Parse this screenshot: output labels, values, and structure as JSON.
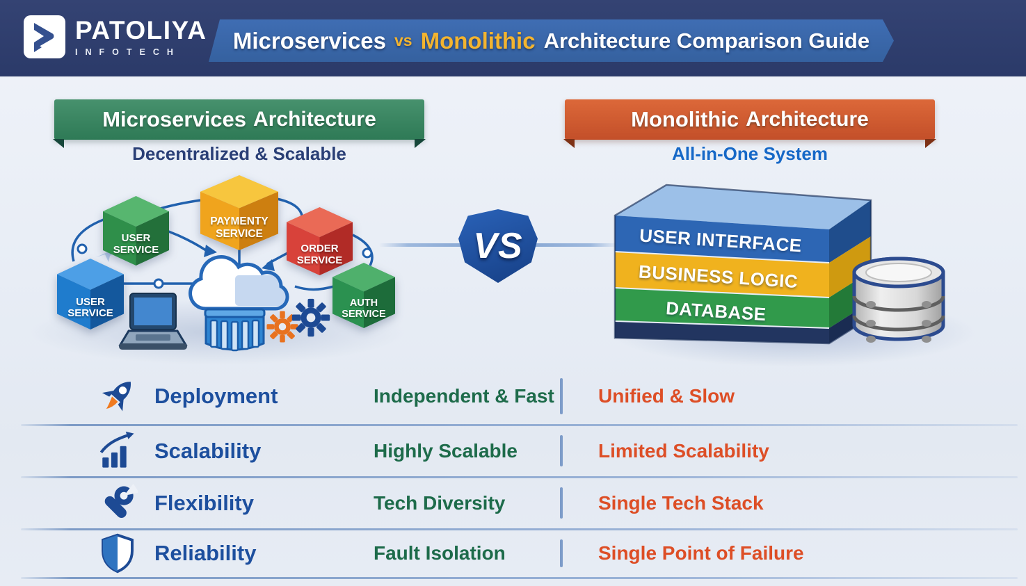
{
  "header": {
    "logo": {
      "name": "PATOLIYA",
      "sub": "INFOTECH"
    },
    "title": {
      "lead": "Microservices",
      "vs": "vs",
      "mid": "Monolithic",
      "tail": "Architecture Comparison Guide"
    }
  },
  "left_panel": {
    "banner_highlight": "Microservices",
    "banner_rest": "Architecture",
    "subtitle": "Decentralized & Scalable",
    "nodes": {
      "payment": {
        "line1": "PAYMENTY",
        "line2": "SERVICE"
      },
      "user_top": {
        "line1": "USER",
        "line2": "SERVICE"
      },
      "order": {
        "line1": "ORDER",
        "line2": "SERVICE"
      },
      "user_left": {
        "line1": "USER",
        "line2": "SERVICE"
      },
      "auth": {
        "line1": "AUTH",
        "line2": "SERVICE"
      }
    }
  },
  "center": {
    "vs_label": "VS"
  },
  "right_panel": {
    "banner_highlight": "Monolithic",
    "banner_rest": "Architecture",
    "subtitle": "All-in-One System",
    "layers": [
      "USER INTERFACE",
      "BUSINESS LOGIC",
      "DATABASE"
    ]
  },
  "comparison": {
    "rows": [
      {
        "icon": "rocket-icon",
        "feature": "Deployment",
        "microservices": "Independent & Fast",
        "monolithic": "Unified & Slow"
      },
      {
        "icon": "growth-chart-icon",
        "feature": "Scalability",
        "microservices": "Highly Scalable",
        "monolithic": "Limited Scalability"
      },
      {
        "icon": "wrench-icon",
        "feature": "Flexibility",
        "microservices": "Tech Diversity",
        "monolithic": "Single Tech Stack"
      },
      {
        "icon": "shield-icon",
        "feature": "Reliability",
        "microservices": "Fault Isolation",
        "monolithic": "Single Point of Failure"
      }
    ]
  },
  "colors": {
    "header_navy": "#2c3b6a",
    "ribbon_blue": "#3a67ae",
    "accent_gold": "#f3b42f",
    "micro_green": "#37815f",
    "mono_orange": "#d2592f",
    "feature_blue": "#1d4f9e",
    "micro_value_green": "#1d6b4a",
    "mono_value_orange": "#dd4e26"
  }
}
